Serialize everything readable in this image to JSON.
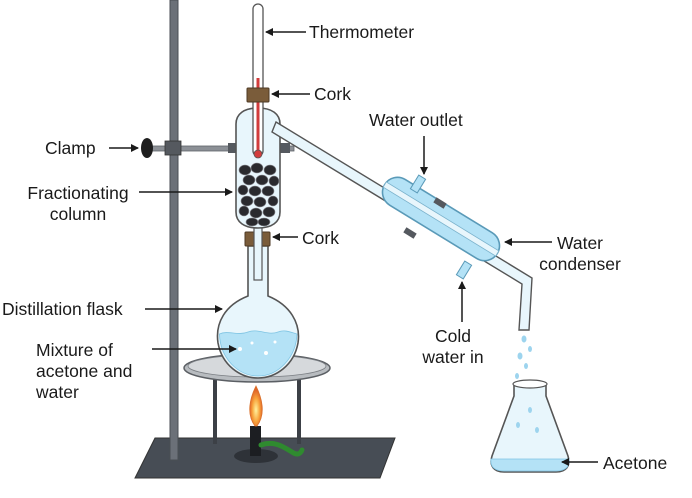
{
  "labels": {
    "thermometer": "Thermometer",
    "cork_top": "Cork",
    "water_outlet": "Water outlet",
    "clamp": "Clamp",
    "fractionating_1": "Fractionating",
    "fractionating_2": "column",
    "cork_bottom": "Cork",
    "water_condenser_1": "Water",
    "water_condenser_2": "condenser",
    "distillation_flask": "Distillation flask",
    "cold_water_1": "Cold",
    "cold_water_2": "water in",
    "mixture_1": "Mixture of",
    "mixture_2": "acetone and",
    "mixture_3": "water",
    "acetone": "Acetone"
  },
  "colors": {
    "glass": "#e8f6fc",
    "liquid": "#b4e2f6",
    "metal": "#474d55",
    "cork": "#7a5c3a",
    "thermometer_red": "#d23c3c",
    "rubber_tube": "#2f8a2f",
    "condenser_jacket": "#b4e2f6",
    "outline": "#555555"
  }
}
